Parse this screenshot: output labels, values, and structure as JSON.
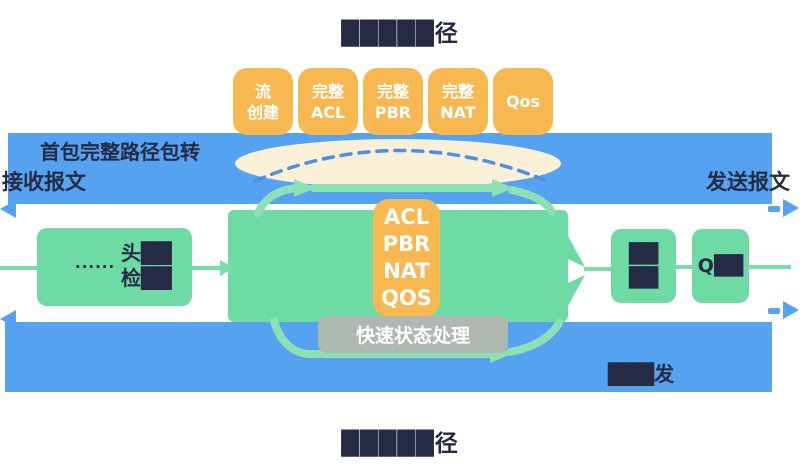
{
  "colors": {
    "band-blue": "#55a2f0",
    "node-green": "#6edba4",
    "arrow-green": "#8ce0b3",
    "line-green": "#7adca9",
    "orange": "#f8b851",
    "cream": "#faf0d8",
    "gray": "#b0b8b2",
    "ink": "#262b45",
    "dash-blue": "#4a8fe8",
    "box-text": "#ffffff"
  },
  "titles": {
    "top": "█████径",
    "bottom": "█████径"
  },
  "top_band": {
    "path_label": "首包完整路径包转",
    "receive_label": "接收报文",
    "send_label": "发送报文"
  },
  "bottom_band": {
    "fast_label": "███发"
  },
  "slow_path_boxes": [
    {
      "line1": "流",
      "line2": "创建"
    },
    {
      "line1": "完整",
      "line2": "ACL"
    },
    {
      "line1": "完整",
      "line2": "PBR"
    },
    {
      "line1": "完整",
      "line2": "NAT"
    },
    {
      "line1": "Qos",
      "line2": ""
    }
  ],
  "fast_path": {
    "services": [
      "ACL",
      "PBR",
      "NAT",
      "QOS"
    ],
    "state_label": "快速状态处理"
  },
  "nodes": {
    "header_check": {
      "dots": "......",
      "line1": "头██",
      "line2": "检██"
    },
    "packet_modify": {
      "line1": "██",
      "line2": "██"
    },
    "qos_queue": {
      "label": "Q██"
    }
  }
}
